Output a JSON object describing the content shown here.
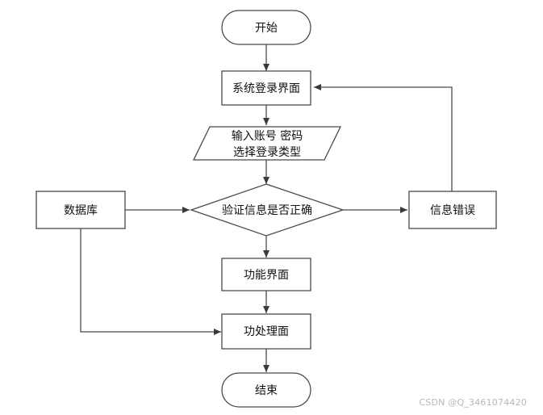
{
  "nodes": {
    "start": "开始",
    "login_ui": "系统登录界面",
    "input_line1": "输入账号 密码",
    "input_line2": "选择登录类型",
    "verify": "验证信息是否正确",
    "database": "数据库",
    "info_error": "信息错误",
    "function_ui": "功能界面",
    "process": "功处理面",
    "end": "结束"
  },
  "watermark": "CSDN @Q_3461074420",
  "colors": {
    "stroke": "#4a4a4a",
    "box_fill": "#ffffff",
    "background": "#ffffff"
  }
}
